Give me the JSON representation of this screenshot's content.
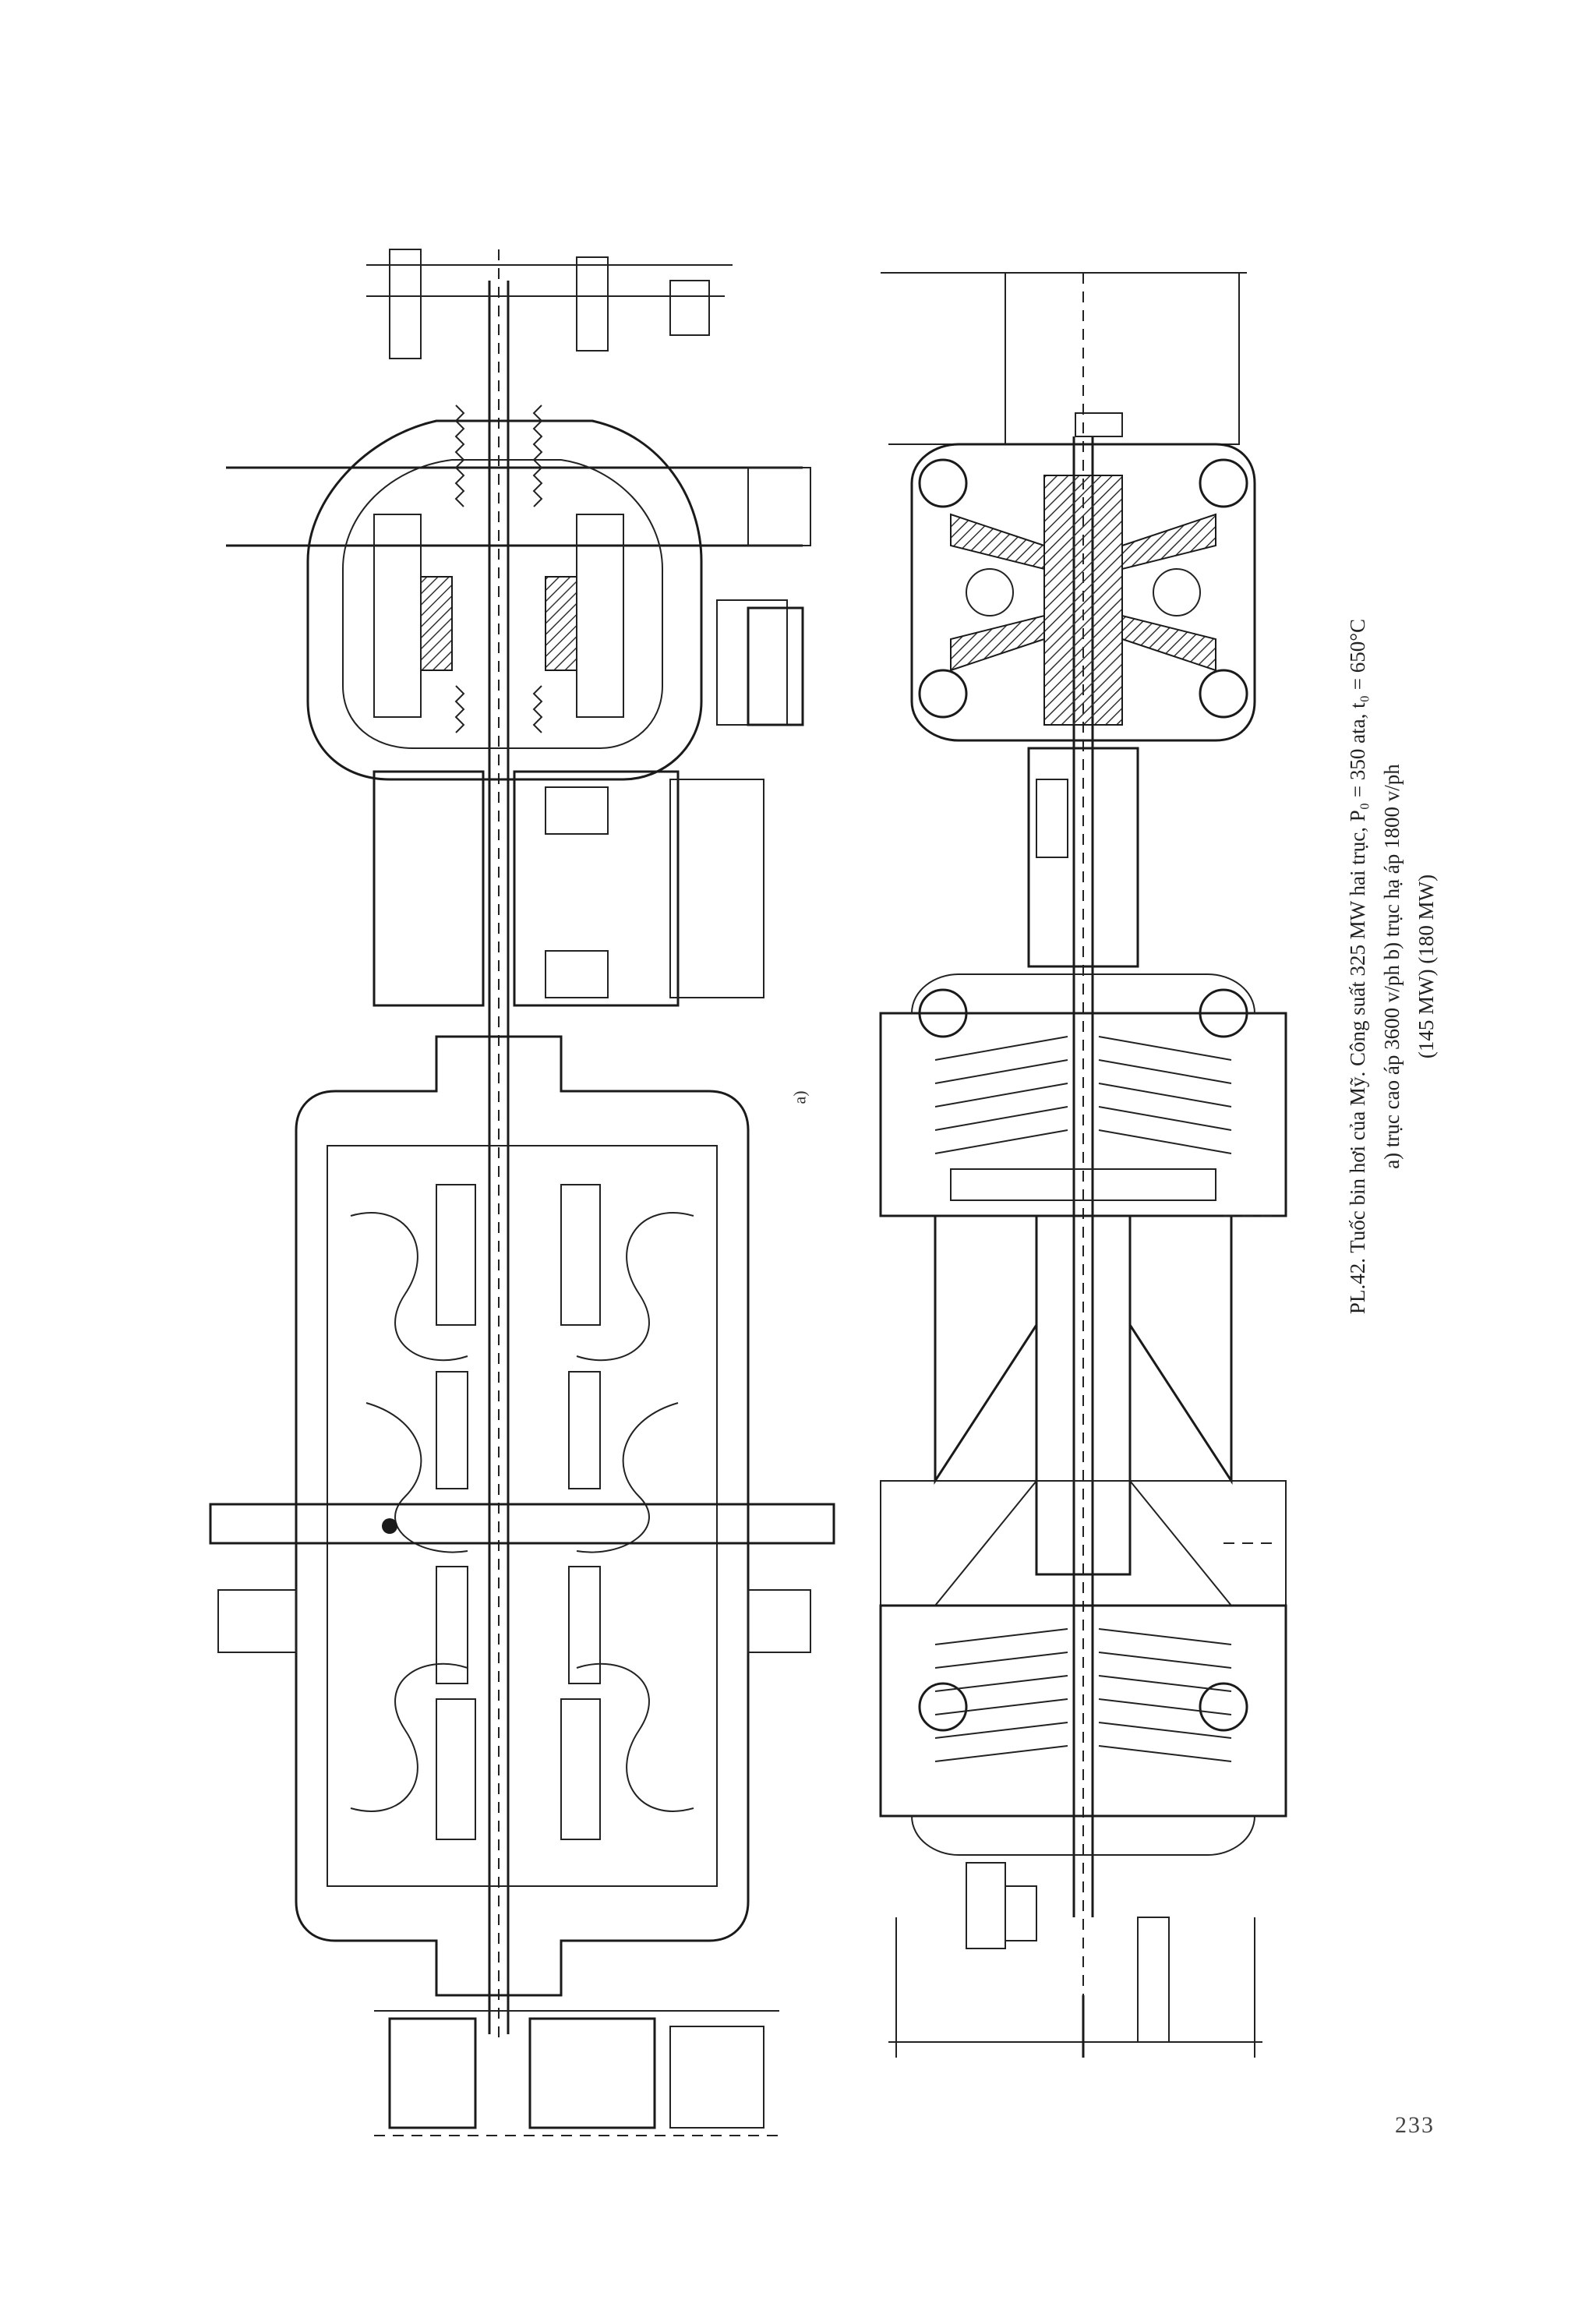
{
  "figure": {
    "caption_line1": "PL.42. Tuốc bin hơi của Mỹ. Công suất 325 MW hai trục, P₀ = 350 atа, t₀ = 650°C",
    "caption_line2": "a) trục cao áp 3600 v/ph   b) trục hạ áp 1800 v/ph",
    "caption_line3": "(145 MW)   (180 MW)",
    "label_a": "a)"
  },
  "page": {
    "number": "233"
  }
}
